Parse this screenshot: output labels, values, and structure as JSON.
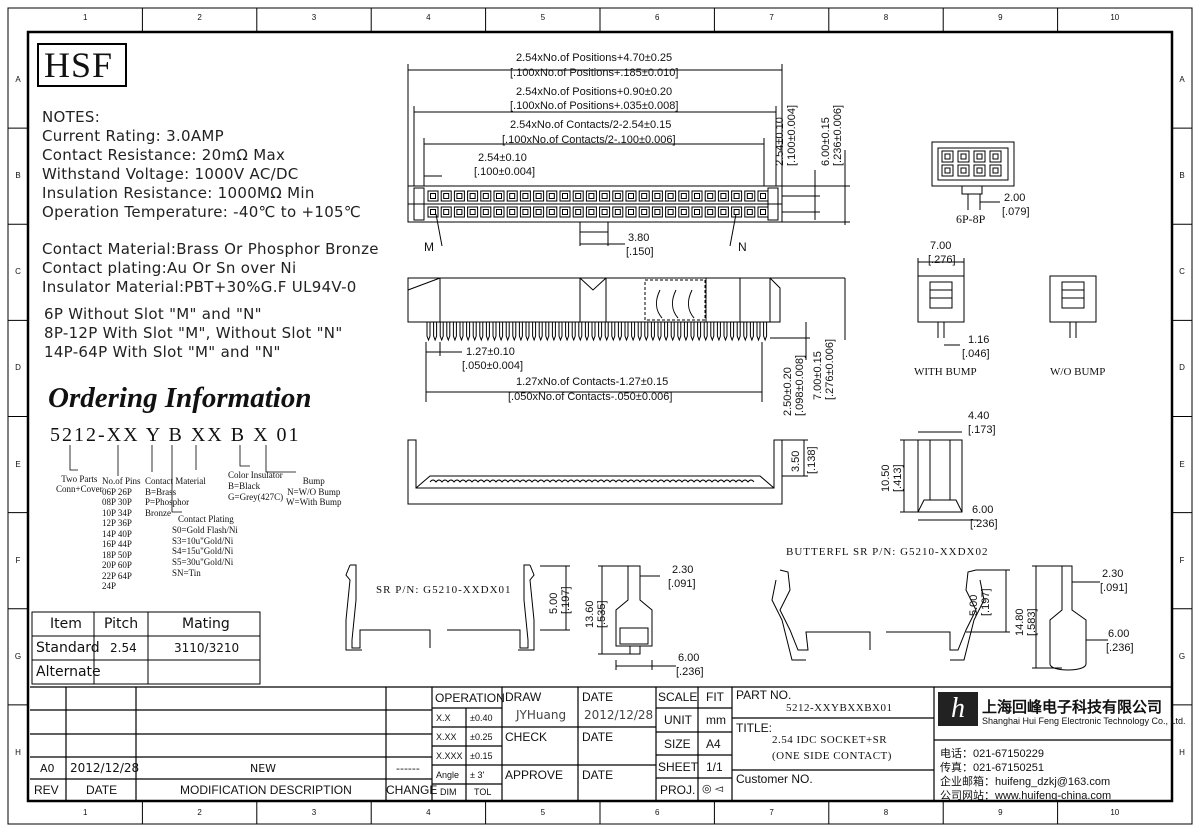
{
  "frame": {
    "cols": [
      "1",
      "2",
      "3",
      "4",
      "5",
      "6",
      "7",
      "8",
      "9",
      "10"
    ],
    "rows": [
      "A",
      "B",
      "C",
      "D",
      "E",
      "F",
      "G",
      "H"
    ]
  },
  "logo": "HSF",
  "notes": {
    "heading": "NOTES:",
    "lines": [
      "Current Rating: 3.0AMP",
      "Contact Resistance: 20mΩ Max",
      "Withstand Voltage: 1000V AC/DC",
      "Insulation Resistance: 1000MΩ Min",
      "Operation Temperature: -40℃ to +105℃"
    ],
    "materials": [
      "Contact Material:Brass Or Phosphor Bronze",
      "Contact plating:Au Or Sn over Ni",
      "Insulator Material:PBT+30%G.F UL94V-0"
    ],
    "slots": [
      "6P Without Slot \"M\" and \"N\"",
      "8P-12P With Slot \"M\", Without Slot \"N\"",
      "14P-64P With Slot \"M\" and \"N\""
    ]
  },
  "ordering": {
    "title": "Ordering Information",
    "code": "5212-XX Y B XX B X 01",
    "two_parts": [
      "Two Parts",
      "Conn+Cover"
    ],
    "pins_label": "No.of Pins",
    "pins": [
      "06P 26P",
      "08P 30P",
      "10P 34P",
      "12P 36P",
      "14P 40P",
      "16P 44P",
      "18P 50P",
      "20P 60P",
      "22P 64P",
      "24P"
    ],
    "contact_material": [
      "Contact Material",
      "B=Brass",
      "P=Phosphor",
      "Bronze"
    ],
    "plating": [
      "Contact Plating",
      "S0=Gold Flash/Ni",
      "S3=10u\"Gold/Ni",
      "S4=15u\"Gold/Ni",
      "S5=30u\"Gold/Ni",
      "SN=Tin"
    ],
    "color": [
      "Color Insulator",
      "B=Black",
      "G=Grey(427C)"
    ],
    "bump": [
      "Bump",
      "N=W/O Bump",
      "W=With Bump"
    ]
  },
  "pitch_table": {
    "headers": [
      "Item",
      "Pitch",
      "Mating"
    ],
    "rows": [
      [
        "Standard",
        "2.54",
        "3110/3210"
      ],
      [
        "Alternate",
        "",
        ""
      ]
    ]
  },
  "dims": {
    "d1a": "2.54xNo.of Positions+4.70±0.25",
    "d1b": "[.100xNo.of Positions+.185±0.010]",
    "d2a": "2.54xNo.of Positions+0.90±0.20",
    "d2b": "[.100xNo.of Positions+.035±0.008]",
    "d3a": "2.54xNo.of Contacts/2-2.54±0.15",
    "d3b": "[.100xNo.of Contacts/2-.100±0.006]",
    "d4a": "2.54±0.10",
    "d4b": "[.100±0.004]",
    "v1a": "2.54±0.10",
    "v1b": "[.100±0.004]",
    "v2a": "6.00±0.15",
    "v2b": "[.236±0.006]",
    "m": "M",
    "n": "N",
    "d5a": "3.80",
    "d5b": "[.150]",
    "d6a": "1.27±0.10",
    "d6b": "[.050±0.004]",
    "d7a": "1.27xNo.of Contacts-1.27±0.15",
    "d7b": "[.050xNo.of Contacts-.050±0.006]",
    "v3a": "2.50±0.20",
    "v3b": "[.098±0.008]",
    "v4a": "7.00±0.15",
    "v4b": "[.276±0.006]",
    "v5a": "3.50",
    "v5b": "[.138]",
    "six_p": "6P-8P",
    "d8a": "2.00",
    "d8b": "[.079]",
    "d9a": "7.00",
    "d9b": "[.276]",
    "d10a": "1.16",
    "d10b": "[.046]",
    "with_bump": "WITH BUMP",
    "wo_bump": "W/O BUMP",
    "d11a": "4.40",
    "d11b": "[.173]",
    "d12a": "10.50",
    "d12b": "[.413]",
    "d13a": "6.00",
    "d13b": "[.236]",
    "sr_pn": "SR P/N: G5210-XXDX01",
    "d14a": "5.00",
    "d14b": "[.197]",
    "d15a": "2.30",
    "d15b": "[.091]",
    "d16a": "13.60",
    "d16b": "[.535]",
    "d17a": "6.00",
    "d17b": "[.236]",
    "bsr_pn": "BUTTERFL SR P/N: G5210-XXDX02",
    "d18a": "5.00",
    "d18b": "[.197]",
    "d19a": "2.30",
    "d19b": "[.091]",
    "d20a": "14.80",
    "d20b": "[.583]",
    "d21a": "6.00",
    "d21b": "[.236]"
  },
  "title_block": {
    "rev_row": {
      "rev": "A0",
      "date": "2012/12/28",
      "desc": "NEW",
      "change": "------"
    },
    "headers": {
      "rev": "REV",
      "date": "DATE",
      "desc": "MODIFICATION DESCRIPTION",
      "change": "CHANGE"
    },
    "operation": "OPERATION",
    "tol": [
      [
        "X.X",
        "±0.40"
      ],
      [
        "X.XX",
        "±0.25"
      ],
      [
        "X.XXX",
        "±0.15"
      ],
      [
        "Angle",
        "± 3'"
      ]
    ],
    "dim": "DIM",
    "tol_label": "TOL",
    "draw": "DRAW",
    "draw_name": "JYHuang",
    "check": "CHECK",
    "approve": "APPROVE",
    "date_label": "DATE",
    "draw_date": "2012/12/28",
    "scale": "SCALE",
    "fit": "FIT",
    "unit": "UNIT",
    "mm": "mm",
    "size": "SIZE",
    "a4": "A4",
    "sheet": "SHEET",
    "sheet_val": "1/1",
    "proj": "PROJ.",
    "proj_sym": "◎ ◅",
    "part_no_label": "PART NO.",
    "part_no": "5212-XXYBXXBX01",
    "title_label": "TITLE:",
    "title_1": "2.54 IDC SOCKET+SR",
    "title_2": "(ONE SIDE CONTACT)",
    "customer": "Customer NO.",
    "company_cn": "上海回峰电子科技有限公司",
    "company_en": "Shanghai Hui Feng Electronic Technology Co., Ltd.",
    "phone": "电话：021-67150229",
    "fax": "传真：021-67150251",
    "email": "企业邮箱：huifeng_dzkj@163.com",
    "web": "公司网站：www.huifeng-china.com"
  }
}
